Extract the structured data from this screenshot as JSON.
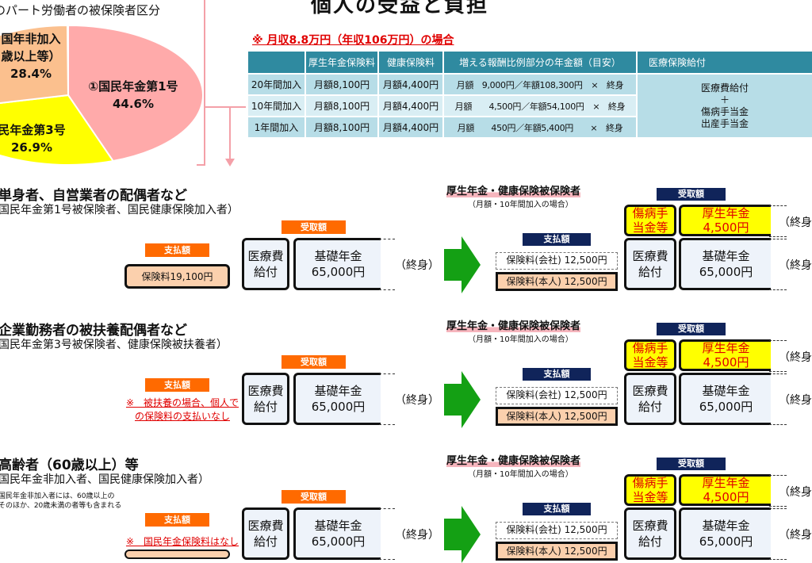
{
  "title": "個人の受益と負担",
  "pie": {
    "title": "のパート労働者の被保険者区分",
    "slices": [
      {
        "label": "①国民年金第1号",
        "value": "44.6%",
        "pct": 44.6,
        "color": "#ffaaaa"
      },
      {
        "label": "民年金第3号",
        "value": "26.9%",
        "pct": 26.9,
        "color": "#ffff00"
      },
      {
        "label_lines": [
          "国年非加入",
          "歳以上等）"
        ],
        "value": "28.4%",
        "pct": 28.4,
        "color": "#fbc08e"
      }
    ]
  },
  "note": "※ 月収8.8万円（年収106万円）の場合",
  "table": {
    "headers": [
      "",
      "厚生年金保険料",
      "健康保険料",
      "増える報酬比例部分の年金額（目安）",
      "医療保険給付"
    ],
    "rows": [
      [
        "20年間加入",
        "月額8,100円",
        "月額4,400円",
        "月額　9,000円／年額108,300円　×　終身"
      ],
      [
        "10年間加入",
        "月額8,100円",
        "月額4,400円",
        "月額　　4,500円／年額54,100円　×　終身"
      ],
      [
        "1年間加入",
        "月額8,100円",
        "月額4,400円",
        "月額　　450円／年額5,400円　　×　終身"
      ]
    ],
    "medical": [
      "医療費給付",
      "＋",
      "傷病手当金",
      "出産手当金"
    ]
  },
  "sections": [
    {
      "title": "単身者、自営業者の配偶者など",
      "subtitle": "国民年金第1号被保険者、国民健康保険加入者）",
      "pay_note": "",
      "pay_box": "保険料19,100円"
    },
    {
      "title": "企業勤務者の被扶養配偶者など",
      "subtitle": "国民年金第3号被保険者、健康保険被扶養者）",
      "pay_note": "※　被扶養の場合、個人で\nの保険料の支払いなし",
      "pay_box": ""
    },
    {
      "title": "高齢者（60歳以上）等",
      "subtitle": "国民年金非加入者、国民健康保険加入者）",
      "pay_note": "※　国民年金保険料はなし",
      "pay_box": "",
      "footnote": "国民年金非加入者には、60歳以上の\nそのほか、20歳未満の者等も含まれる"
    }
  ],
  "common": {
    "receive": "受取額",
    "pay": "支払額",
    "medical": "医療費\n給付",
    "basic": "基礎年金\n65,000円",
    "lifelong": "（終身）",
    "right_title": "厚生年金・健康保険被保険者",
    "right_sub": "（月額・10年間加入の場合）",
    "company": "保険料(会社) 12,500円",
    "self": "保険料(本人) 12,500円",
    "sick": "傷病手\n当金等",
    "kousei": "厚生年金\n4,500円",
    "lifelong_cut": "（終身"
  }
}
